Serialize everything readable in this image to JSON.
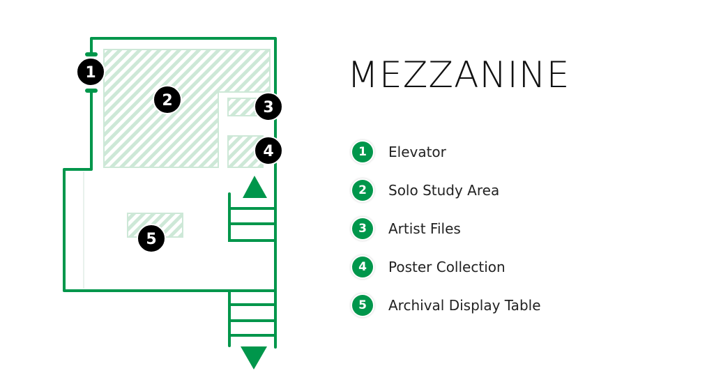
{
  "title": "MEZZANINE",
  "colors": {
    "wall": "#00964b",
    "hatch": "#cde8d7",
    "marker": "#000000"
  },
  "legend": [
    {
      "num": "1",
      "label": "Elevator"
    },
    {
      "num": "2",
      "label": "Solo Study Area"
    },
    {
      "num": "3",
      "label": "Artist Files"
    },
    {
      "num": "4",
      "label": "Poster Collection"
    },
    {
      "num": "5",
      "label": "Archival Display Table"
    }
  ],
  "markers": [
    "1",
    "2",
    "3",
    "4",
    "5"
  ]
}
